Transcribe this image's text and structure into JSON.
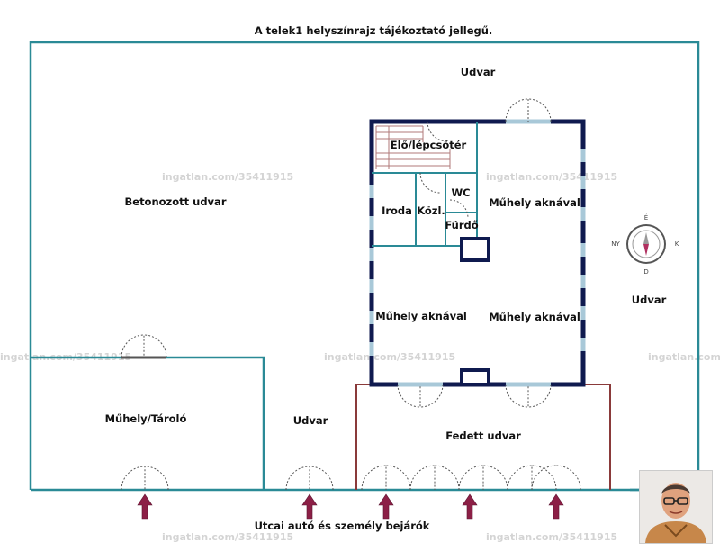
{
  "title": "A telek1 helyszínrajz tájékoztató jellegű.",
  "footer_label": "Utcai autó és személy bejárók",
  "watermark": "ingatlan.com/35411915",
  "rooms": {
    "udvar_top": "Udvar",
    "betonozott": "Betonozott udvar",
    "elo": "Elő/lépcsőtér",
    "wc": "WC",
    "iroda": "Iroda",
    "kozl": "Közl.",
    "furdo": "Fürdő",
    "muhely_top_right": "Műhely aknával",
    "muhely_mid_left": "Műhely aknával",
    "muhely_mid_right": "Műhely aknával",
    "udvar_right": "Udvar",
    "muhely_tarolo": "Műhely/Tároló",
    "udvar_mid": "Udvar",
    "fedett": "Fedett udvar"
  },
  "compass": {
    "n": "É",
    "s": "D",
    "e": "K",
    "w": "NY"
  },
  "colors": {
    "outer_wall": "#2a8a96",
    "building_wall": "#0f1a4f",
    "window": "#a8c8d8",
    "inner_wall": "#2a8a96",
    "covered_wall": "#8a3a3a",
    "arrow": "#8c1f46"
  },
  "icons": {
    "entrance_arrows": "arrow-up-icon",
    "compass": "compass-icon",
    "agent_photo": "avatar"
  }
}
